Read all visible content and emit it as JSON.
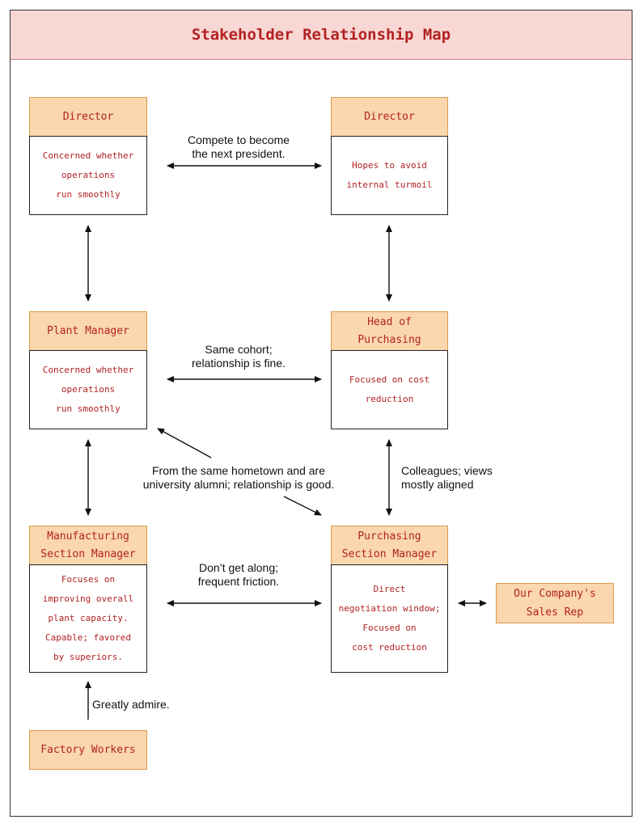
{
  "title": "Stakeholder Relationship Map",
  "nodes": {
    "director_left": {
      "head": "Director",
      "body": "Concerned whether\noperations\nrun smoothly"
    },
    "director_right": {
      "head": "Director",
      "body": "Hopes to avoid\ninternal turmoil"
    },
    "plant_manager": {
      "head": "Plant Manager",
      "body": "Concerned whether\noperations\nrun smoothly"
    },
    "head_purchasing": {
      "head": "Head of\nPurchasing",
      "body": "Focused on cost\nreduction"
    },
    "manufacturing_section_manager": {
      "head": "Manufacturing\nSection Manager",
      "body": "Focuses on\nimproving overall\nplant capacity.\nCapable; favored\nby superiors."
    },
    "purchasing_section_manager": {
      "head": "Purchasing\nSection Manager",
      "body": "Direct\nnegotiation window;\nFocused on\ncost reduction"
    },
    "sales_rep": {
      "label": "Our Company's\nSales Rep"
    },
    "factory_workers": {
      "label": "Factory Workers"
    }
  },
  "edge_labels": {
    "directors": "Compete to become\nthe next president.",
    "cohort": "Same cohort;\nrelationship is fine.",
    "hometown": "From the same hometown and are\nuniversity alumni; relationship is good.",
    "colleagues": "Colleagues; views\nmostly aligned",
    "friction": "Don’t get along;\nfrequent friction.",
    "admire": "Greatly admire."
  }
}
